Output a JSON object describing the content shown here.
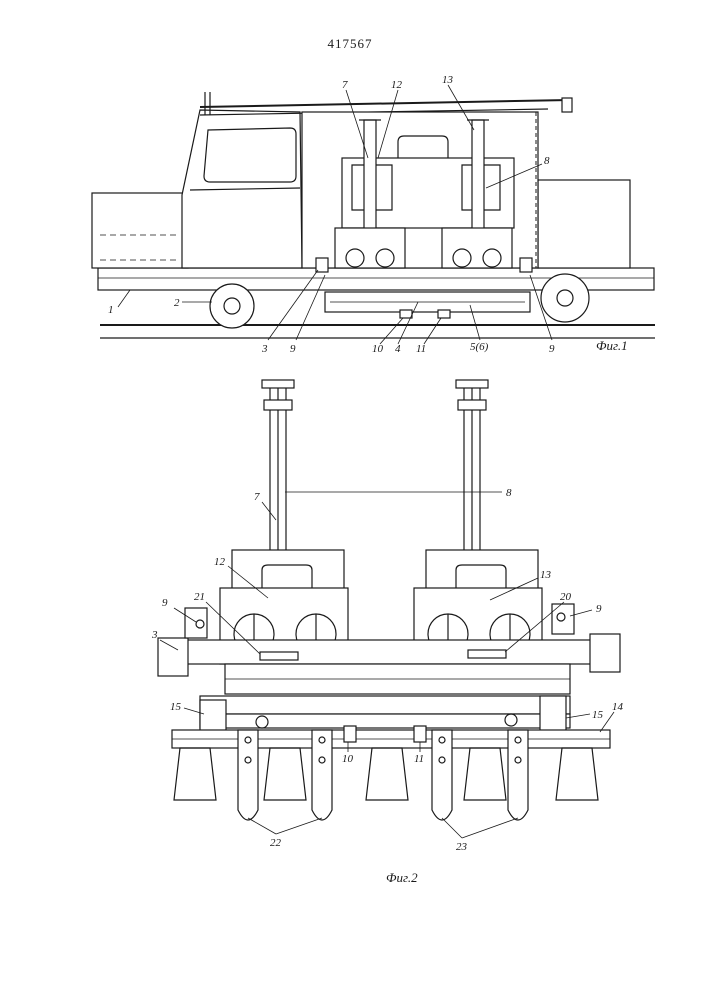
{
  "patent_number": "417567",
  "figure1": {
    "caption": "Фиг.1",
    "labels": [
      "1",
      "2",
      "3",
      "9",
      "10",
      "4",
      "11",
      "5(6)",
      "9",
      "7",
      "12",
      "13",
      "8"
    ]
  },
  "figure2": {
    "caption": "Фиг.2",
    "labels": [
      "7",
      "8",
      "12",
      "13",
      "9",
      "21",
      "20",
      "9",
      "3",
      "15",
      "15",
      "14",
      "10",
      "11",
      "22",
      "23"
    ]
  }
}
